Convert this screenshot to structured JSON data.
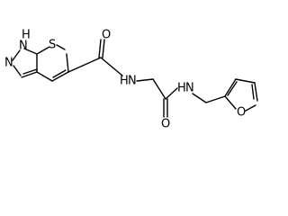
{
  "molecule": {
    "atoms": {
      "nh_pyrazole": "H",
      "n_pyrazole_1": "N",
      "n_pyrazole_2": "N",
      "s_thiophene": "S",
      "o_carbonyl_1": "O",
      "nh_amide_1": "H",
      "n_amide_1": "N",
      "o_carbonyl_2": "O",
      "nh_amide_2": "H",
      "n_amide_2": "N",
      "o_furan": "O"
    }
  }
}
